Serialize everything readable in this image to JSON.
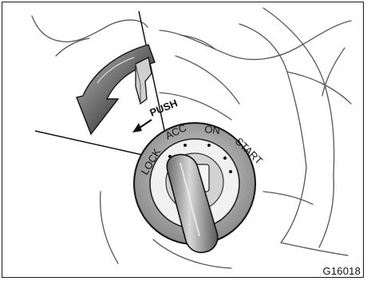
{
  "figure": {
    "code": "G16018",
    "push_label": "PUSH",
    "positions": [
      "LOCK",
      "ACC",
      "ON",
      "START"
    ]
  },
  "icons": {
    "key": "ignition-key-icon",
    "rotate_arrow": "curved-arrow-icon",
    "push_arrow": "push-arrow-icon"
  }
}
